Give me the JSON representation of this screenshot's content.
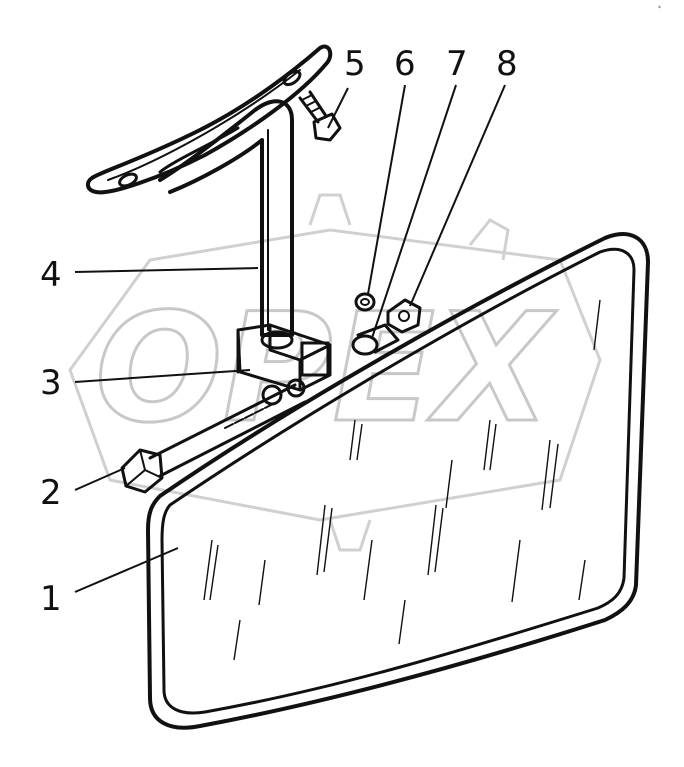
{
  "diagram": {
    "watermark": "OPEX",
    "corner_mark": "*",
    "callouts": [
      {
        "id": "1",
        "label": "1"
      },
      {
        "id": "2",
        "label": "2"
      },
      {
        "id": "3",
        "label": "3"
      },
      {
        "id": "4",
        "label": "4"
      },
      {
        "id": "5",
        "label": "5"
      },
      {
        "id": "6",
        "label": "6"
      },
      {
        "id": "7",
        "label": "7"
      },
      {
        "id": "8",
        "label": "8"
      }
    ]
  }
}
